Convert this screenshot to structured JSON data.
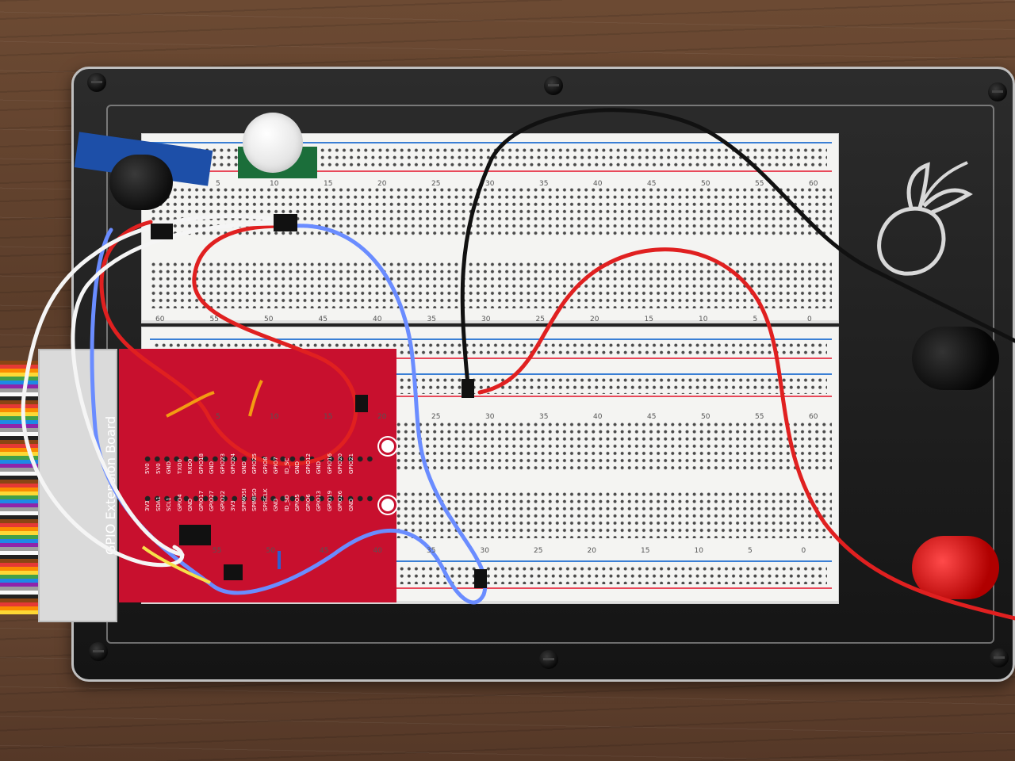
{
  "scene": {
    "description_labels": {
      "pcb_board_label": "GPIO Extension Board",
      "top_row_numbers": [
        "5",
        "10",
        "15",
        "20",
        "25",
        "30",
        "35",
        "40",
        "45",
        "50",
        "55",
        "60"
      ],
      "top_lower_numbers": [
        "60",
        "55",
        "50",
        "45",
        "40",
        "35",
        "30",
        "25",
        "20",
        "15",
        "10",
        "5",
        "0"
      ],
      "bottom_row_numbers": [
        "5",
        "10",
        "15",
        "20",
        "25",
        "30",
        "35",
        "40",
        "45",
        "50",
        "55",
        "60"
      ],
      "bottom_lower_numbers": [
        "55",
        "50",
        "45",
        "40",
        "35",
        "30",
        "25",
        "20",
        "15",
        "10",
        "5",
        "0"
      ],
      "pin_labels_top": [
        "5V0",
        "5V0",
        "GND",
        "TXD0",
        "RXD0",
        "GPIO18",
        "GND",
        "GPIO23",
        "GPIO24",
        "GND",
        "GPIO25",
        "GPIO8",
        "GPIO7",
        "ID_SC",
        "GND",
        "GPIO12",
        "GND",
        "GPIO16",
        "GPIO20",
        "GPIO21"
      ],
      "pin_labels_bottom": [
        "3V3",
        "SDA1",
        "SCL1",
        "GPIO4",
        "GND",
        "GPIO17",
        "GPIO27",
        "GPIO22",
        "3V3",
        "SPIMOSI",
        "SPIMISO",
        "SPISCLK",
        "GND",
        "ID_SD",
        "GPIO5",
        "GPIO6",
        "GPIO13",
        "GPIO19",
        "GPIO26",
        "GND"
      ]
    },
    "colors": {
      "pcb": "#c8102e",
      "wire_red": "#e02020",
      "wire_blue": "#6a8cff",
      "wire_white": "#f5f5f5",
      "wire_black": "#111111",
      "wire_orange": "#f39c12",
      "rail_red": "#e8495a",
      "rail_blue": "#3a7fd5"
    }
  }
}
